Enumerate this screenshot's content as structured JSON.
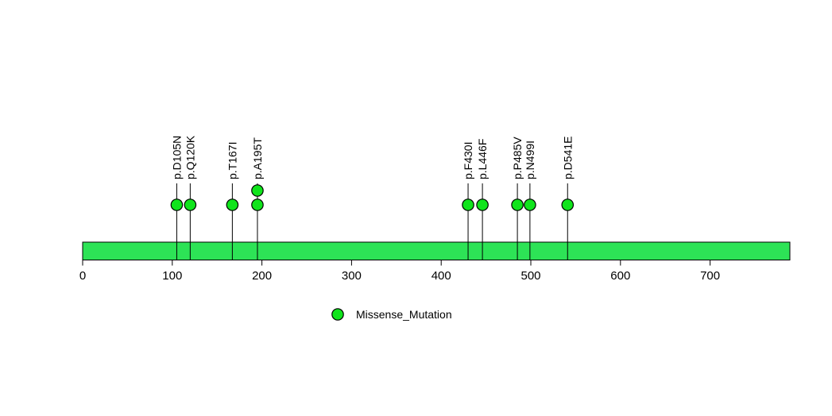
{
  "chart_data": {
    "type": "lollipop",
    "title": "",
    "xlabel": "",
    "ylabel": "",
    "xlim": [
      0,
      789
    ],
    "protein_length": 789,
    "x_ticks": [
      0,
      100,
      200,
      300,
      400,
      500,
      600,
      700
    ],
    "grid": false,
    "legend_position": "bottom-center",
    "mutations": [
      {
        "label": "p.D105N",
        "position": 105,
        "count": 1,
        "type": "Missense_Mutation"
      },
      {
        "label": "p.Q120K",
        "position": 120,
        "count": 1,
        "type": "Missense_Mutation"
      },
      {
        "label": "p.T167I",
        "position": 167,
        "count": 1,
        "type": "Missense_Mutation"
      },
      {
        "label": "p.A195T",
        "position": 195,
        "count": 2,
        "type": "Missense_Mutation"
      },
      {
        "label": "p.F430I",
        "position": 430,
        "count": 1,
        "type": "Missense_Mutation"
      },
      {
        "label": "p.L446F",
        "position": 446,
        "count": 1,
        "type": "Missense_Mutation"
      },
      {
        "label": "p.P485V",
        "position": 485,
        "count": 1,
        "type": "Missense_Mutation"
      },
      {
        "label": "p.N499I",
        "position": 499,
        "count": 1,
        "type": "Missense_Mutation"
      },
      {
        "label": "p.D541E",
        "position": 541,
        "count": 1,
        "type": "Missense_Mutation"
      }
    ],
    "legend": [
      {
        "label": "Missense_Mutation",
        "marker": "circle-icon",
        "color": "#10E41C"
      }
    ],
    "colors": {
      "bar_fill": "#2DE356",
      "point_fill": "#10E41C",
      "outline": "#000000",
      "background": "#FFFFFF",
      "text": "#000000"
    }
  }
}
